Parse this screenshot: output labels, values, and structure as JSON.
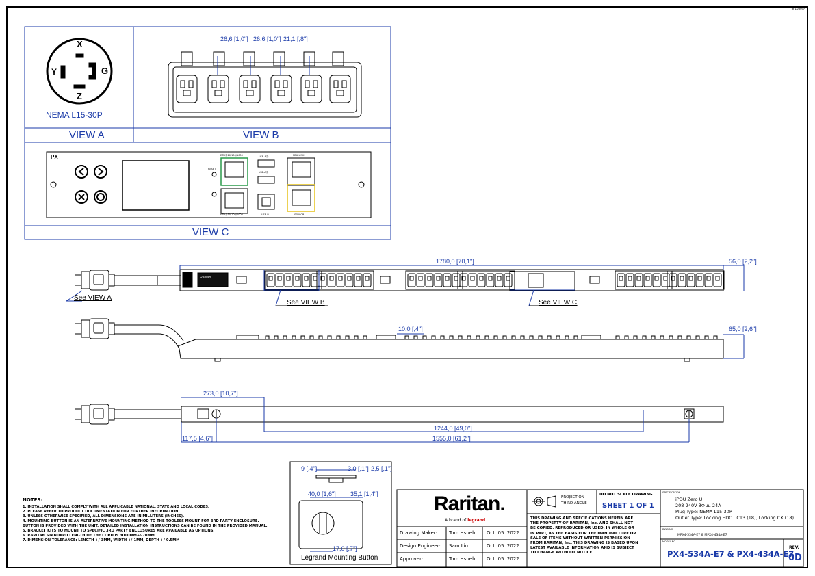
{
  "views": {
    "view_a_label": "VIEW A",
    "view_b_label": "VIEW B",
    "view_c_label": "VIEW C",
    "plug_name": "NEMA L15-30P",
    "plug_pins": {
      "x": "X",
      "y": "Y",
      "g": "G",
      "z": "Z"
    },
    "view_b_dims": [
      "26,6 [1,0\"]",
      "26,6 [1,0\"]",
      "21,1 [,8\"]"
    ],
    "controller": {
      "logo": "PX",
      "reset": "RESET",
      "eth1": "ETHⒹ10/100/1000",
      "eth2": "ETHⒹ10/100/1000",
      "usb_a1": "USB-AⒹ",
      "usb_a2": "USB-AⒹ",
      "usb_b": "USB-B",
      "pdu_link": "PDU LINK",
      "sensor": "SENSOR"
    }
  },
  "elevation": {
    "total_length": "1780,0 [70,1\"]",
    "end_length": "56,0 [2,2\"]",
    "depth_offset": "10,0 [,4\"]",
    "height": "65,0 [2,6\"]",
    "bracket_offset": "273,0 [10,7\"]",
    "bracket_to_bracket": "1244,0 [49,0\"]",
    "overall_mount": "1555,0 [61,2\"]",
    "first_bracket": "117,5 [4,6\"]",
    "see_view_a": "See VIEW A",
    "see_view_b": "See VIEW B",
    "see_view_c": "See VIEW C",
    "display_text": "Raritan"
  },
  "mounting_button": {
    "label": "Legrand Mounting Button",
    "dims": {
      "top_left": "9 [,4\"]",
      "top_right": "3,0 [,1\"]",
      "top_right2": "2,5 [,1\"]",
      "width": "40,0 [1,6\"]",
      "inner": "35,1 [1,4\"]",
      "bottom": "17,0 [,7\"]"
    }
  },
  "notes": {
    "header": "NOTES:",
    "items": [
      "1. INSTALLATION SHALL COMPLY WITH ALL APPLICABLE NATIONAL, STATE AND LOCAL CODES.",
      "2. PLEASE REFER TO PRODUCT DOCUMENTATION FOR FURTHER INFORMATION.",
      "3. UNLESS OTHERWISE SPECIFIED, ALL DIMENSIONS ARE IN MILLITERS (INCHES).",
      "4. MOUNTING BUTTON IS AN ALTERNATIVE MOUNTING METHOD TO THE TOOLESS MOUNT FOR 3RD PARTY ENCLOSURE.",
      "    BUTTON IS PROVIDED WITH THE UNIT. DETAILED INSTALLATION INSTRUCTIONS CAN BE FOUND IN THE PROVIDED MANUAL.",
      "5. BRACKET KITS TO MOUNT TO SPECIFIC 3RD PARTY ENCLOSURES ARE AVAILABLE AS OPTIONS.",
      "6. RARITAN STANDARD LENGTH OF THE CORD IS 3000MM+/-70MM",
      "7. DIMENSION TOLERANCE: LENGTH +/-3MM, WIDTH +/-1MM, DEPTH +/-0.5MM"
    ]
  },
  "title_block": {
    "brand": "Raritan.",
    "brand_sub": "A brand of",
    "brand_sub2": "legrand",
    "rows": [
      {
        "role": "Drawing Maker:",
        "name": "Tom Hsueh",
        "date": "Oct. 05. 2022"
      },
      {
        "role": "Design Engineer:",
        "name": "Sam Liu",
        "date": "Oct. 05. 2022"
      },
      {
        "role": "Approver:",
        "name": "Tom Hsueh",
        "date": "Oct. 05. 2022"
      }
    ],
    "projection": "PROJECTION",
    "third_angle": "THIRD ANGLE",
    "do_not_scale": "DO NOT SCALE DRAWING",
    "sheet": "SHEET 1 OF 1",
    "disclaimer": [
      "THIS DRAWING AND SPECIFICATIONS HEREIN ARE",
      "THE PROPERTY OF RARITAN, Inc. AND SHALL NOT",
      "BE COPIED, REPRODUCED OR USED, IN WHOLE OR",
      "IN PART, AS THE BASIS FOR THE MANUFACTURE OR",
      "SALE OF ITEMS WITHOUT WRITTEN PERMISSION",
      "FROM RARITAN, Inc. THIS DRAWING IS BASED UPON",
      "LATEST AVAILABLE INFORMATION AND IS SUBJECT",
      "TO CHANGE WITHOUT NOTICE."
    ],
    "spec_label": "SPECIFICATION",
    "spec_lines": [
      "iPDU Zero U",
      "208-240V 3Φ-Δ, 24A",
      "Plug Type: NEMA L15-30P",
      "Outlet Type: Locking HDOT C13 (18), Locking CX (18)"
    ],
    "dwg_label": "DWG NO.",
    "dwg_no": "MPX4-534A-E7 & MPX4-434A-E7",
    "model_label": "MODEL NO.",
    "model_no": "PX4-534A-E7 & PX4-434A-E7",
    "rev_label": "REV.",
    "rev": "0D"
  },
  "corner_code": "8F1080SA"
}
